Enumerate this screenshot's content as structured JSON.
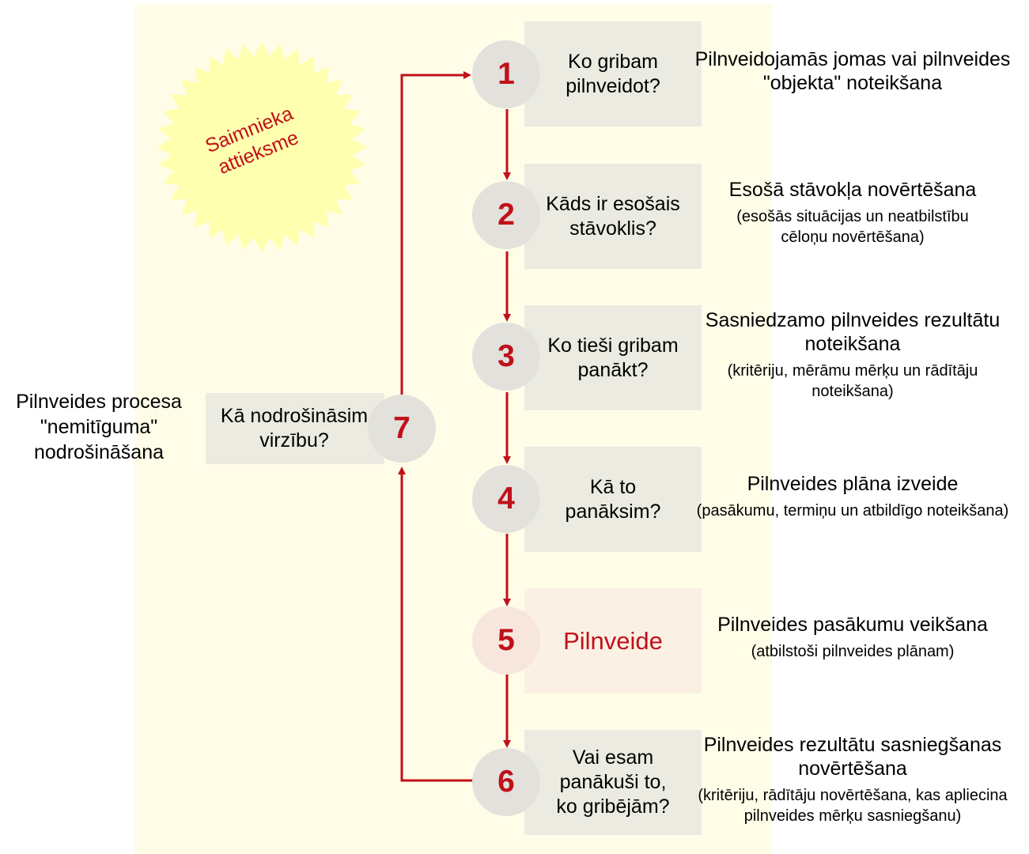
{
  "burst": {
    "label": "Saimnieka attieksme",
    "color": "#ffffb0"
  },
  "colors": {
    "accent": "#c0111a",
    "box": "#ecebe1",
    "panel": "#fffde8"
  },
  "steps": [
    {
      "number": "1",
      "question": "Ko gribam pilnveidot?",
      "title": "Pilnveidojamās jomas vai pilnveides \"objekta\" noteikšana",
      "detail": ""
    },
    {
      "number": "2",
      "question": "Kāds ir esošais stāvoklis?",
      "title": "Esošā stāvokļa novērtēšana",
      "detail": "(esošās situācijas un neatbilstību cēloņu novērtēšana)"
    },
    {
      "number": "3",
      "question": "Ko tieši gribam panākt?",
      "title": "Sasniedzamo pilnveides rezultātu noteikšana",
      "detail": "(kritēriju, mērāmu mērķu un rādītāju noteikšana)"
    },
    {
      "number": "4",
      "question": "Kā to panāksim?",
      "title": "Pilnveides plāna izveide",
      "detail": "(pasākumu, termiņu un atbildīgo noteikšana)"
    },
    {
      "number": "5",
      "question": "Pilnveide",
      "title": "Pilnveides pasākumu veikšana",
      "detail": "(atbilstoši pilnveides plānam)"
    },
    {
      "number": "6",
      "question": "Vai esam panākuši to, ko gribējām?",
      "title": "Pilnveides rezultātu sasniegšanas novērtēšana",
      "detail": "(kritēriju, rādītāju novērtēšana, kas apliecina pilnveides mērķu sasniegšanu)"
    }
  ],
  "step7": {
    "number": "7",
    "question": "Kā nodrošināsim virzību?",
    "note": "Pilnveides procesa \"nemitīguma\" nodrošināšana"
  }
}
